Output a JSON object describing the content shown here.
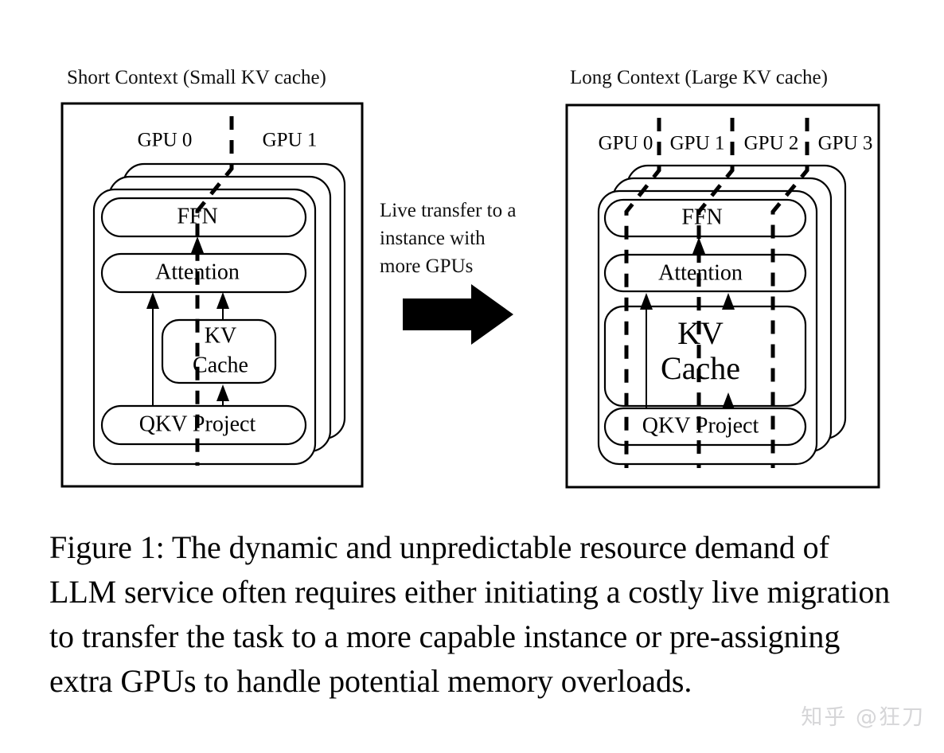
{
  "figure": {
    "left_panel": {
      "title": "Short Context (Small KV cache)",
      "gpu_labels": [
        "GPU 0",
        "GPU 1"
      ],
      "gpu_count": 2,
      "divider_count": 1,
      "modules": [
        {
          "id": "ffn",
          "label": "FFN"
        },
        {
          "id": "attention",
          "label": "Attention"
        },
        {
          "id": "kv-cache",
          "label_line1": "KV",
          "label_line2": "Cache"
        },
        {
          "id": "qkv-project",
          "label": "QKV Project"
        }
      ],
      "stack_layers": 3
    },
    "right_panel": {
      "title": "Long Context (Large KV cache)",
      "gpu_labels": [
        "GPU 0",
        "GPU 1",
        "GPU 2",
        "GPU 3"
      ],
      "gpu_count": 4,
      "divider_count": 3,
      "modules": [
        {
          "id": "ffn",
          "label": "FFN"
        },
        {
          "id": "attention",
          "label": "Attention"
        },
        {
          "id": "kv-cache",
          "label_line1": "KV",
          "label_line2": "Cache"
        },
        {
          "id": "qkv-project",
          "label": "QKV Project"
        }
      ],
      "stack_layers": 3
    },
    "transfer": {
      "note_line1": "Live transfer to a",
      "note_line2": "instance with",
      "note_line3": "more GPUs",
      "note_full": "Live transfer to a instance with more GPUs",
      "arrow_direction": "right"
    },
    "caption": "Figure 1: The dynamic and unpredictable resource demand of LLM service often requires either initiating a costly live migration to transfer the task to a more capable instance or pre-assigning extra GPUs to handle potential memory overloads."
  },
  "watermark": {
    "text": "知乎 @狂刀"
  },
  "colors": {
    "background": "#ffffff",
    "stroke": "#000000",
    "text": "#000000",
    "watermark": "#d6d6d8"
  }
}
